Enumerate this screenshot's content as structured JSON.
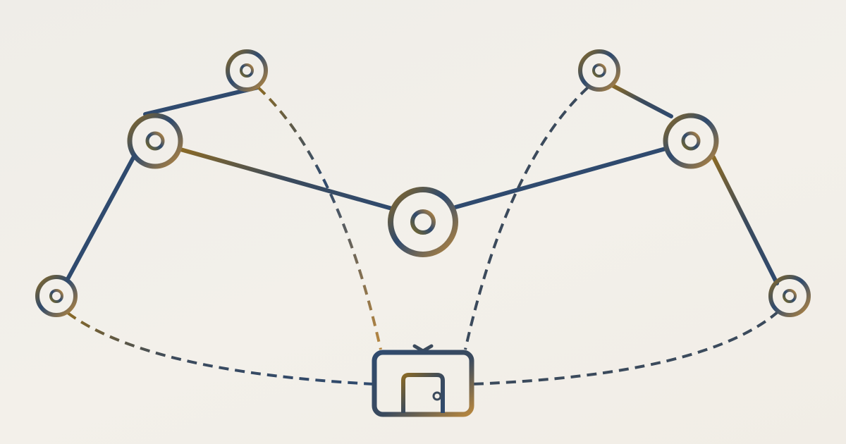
{
  "colors": {
    "background": "#f0ede7",
    "navy": "#2f4a6e",
    "gold": "#b8873e",
    "olive": "#7a6a2a",
    "slate": "#3b4a5c"
  },
  "diagram": {
    "nodes": [
      {
        "id": "hub",
        "name": "center-hub-node",
        "icon": "target-ring-icon",
        "size": "large"
      },
      {
        "id": "upper-left",
        "name": "upper-left-node",
        "icon": "target-ring-icon",
        "size": "medium"
      },
      {
        "id": "upper-right",
        "name": "upper-right-node",
        "icon": "target-ring-icon",
        "size": "medium"
      },
      {
        "id": "top-left",
        "name": "top-left-node",
        "icon": "target-ring-icon",
        "size": "small"
      },
      {
        "id": "top-right",
        "name": "top-right-node",
        "icon": "target-ring-icon",
        "size": "small"
      },
      {
        "id": "far-left",
        "name": "far-left-node",
        "icon": "target-ring-icon",
        "size": "small"
      },
      {
        "id": "far-right",
        "name": "far-right-node",
        "icon": "target-ring-icon",
        "size": "small"
      },
      {
        "id": "device",
        "name": "door-device-node",
        "icon": "tv-door-icon",
        "size": "box"
      }
    ],
    "solid_links": [
      {
        "from": "hub",
        "to": "upper-left"
      },
      {
        "from": "hub",
        "to": "upper-right"
      },
      {
        "from": "upper-left",
        "to": "top-left"
      },
      {
        "from": "upper-left",
        "to": "far-left"
      },
      {
        "from": "upper-right",
        "to": "top-right"
      },
      {
        "from": "upper-right",
        "to": "far-right"
      }
    ],
    "dashed_links": [
      {
        "from": "top-left",
        "to": "device"
      },
      {
        "from": "top-right",
        "to": "device"
      },
      {
        "from": "far-left",
        "to": "device"
      },
      {
        "from": "far-right",
        "to": "device"
      }
    ]
  }
}
